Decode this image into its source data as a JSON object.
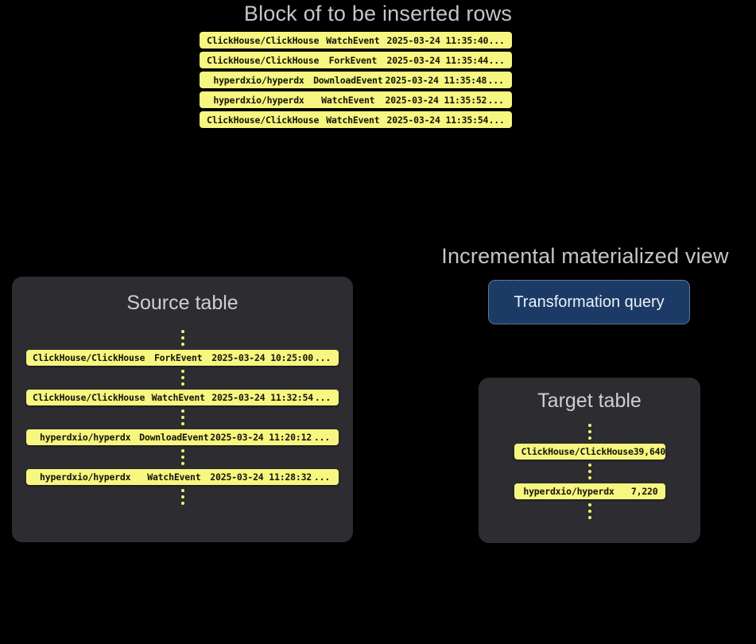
{
  "block": {
    "title": "Block of to be inserted rows",
    "ellipsis": "...",
    "rows": [
      {
        "repo": "ClickHouse/ClickHouse",
        "event": "WatchEvent",
        "timestamp": "2025-03-24 11:35:40"
      },
      {
        "repo": "ClickHouse/ClickHouse",
        "event": "ForkEvent",
        "timestamp": "2025-03-24 11:35:44"
      },
      {
        "repo": "hyperdxio/hyperdx",
        "event": "DownloadEvent",
        "timestamp": "2025-03-24 11:35:48"
      },
      {
        "repo": "hyperdxio/hyperdx",
        "event": "WatchEvent",
        "timestamp": "2025-03-24 11:35:52"
      },
      {
        "repo": "ClickHouse/ClickHouse",
        "event": "WatchEvent",
        "timestamp": "2025-03-24 11:35:54"
      }
    ]
  },
  "source_table": {
    "title": "Source table",
    "ellipsis": "...",
    "rows": [
      {
        "repo": "ClickHouse/ClickHouse",
        "event": "ForkEvent",
        "timestamp": "2025-03-24 10:25:00"
      },
      {
        "repo": "ClickHouse/ClickHouse",
        "event": "WatchEvent",
        "timestamp": "2025-03-24 11:32:54"
      },
      {
        "repo": "hyperdxio/hyperdx",
        "event": "DownloadEvent",
        "timestamp": "2025-03-24 11:20:12"
      },
      {
        "repo": "hyperdxio/hyperdx",
        "event": "WatchEvent",
        "timestamp": "2025-03-24 11:28:32"
      }
    ]
  },
  "materialized_view": {
    "title": "Incremental materialized view",
    "query_label": "Transformation query"
  },
  "target_table": {
    "title": "Target table",
    "rows": [
      {
        "repo": "ClickHouse/ClickHouse",
        "count": "39,640"
      },
      {
        "repo": "hyperdxio/hyperdx",
        "count": "7,220"
      }
    ]
  },
  "colors": {
    "background": "#000000",
    "panel": "#2c2c31",
    "row_highlight": "#f6f680",
    "query_box": "#1b3a66",
    "heading_text": "#c6c6c6"
  }
}
